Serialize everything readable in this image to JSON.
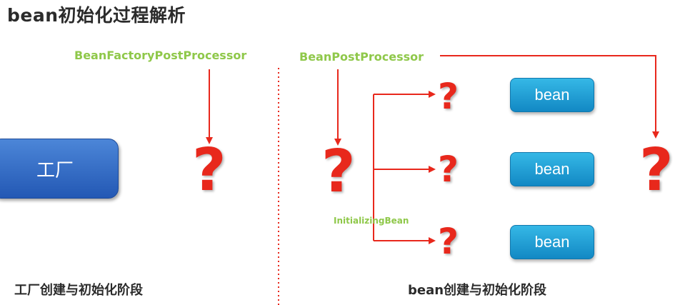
{
  "title": "bean初始化过程解析",
  "labels": {
    "bean_factory_post_processor": "BeanFactoryPostProcessor",
    "bean_post_processor": "BeanPostProcessor",
    "initializing_bean": "InitializingBean"
  },
  "factory": {
    "label": "工厂"
  },
  "beans": [
    {
      "label": "bean"
    },
    {
      "label": "bean"
    },
    {
      "label": "bean"
    }
  ],
  "question_mark": "?",
  "stages": {
    "factory_stage": "工厂创建与初始化阶段",
    "bean_stage": "bean创建与初始化阶段"
  },
  "colors": {
    "arrow": "#e8281c",
    "green_text": "#8fc84a",
    "factory_blue": "#2e67c2",
    "bean_blue": "#1ea2d8",
    "divider": "#e8281c"
  }
}
